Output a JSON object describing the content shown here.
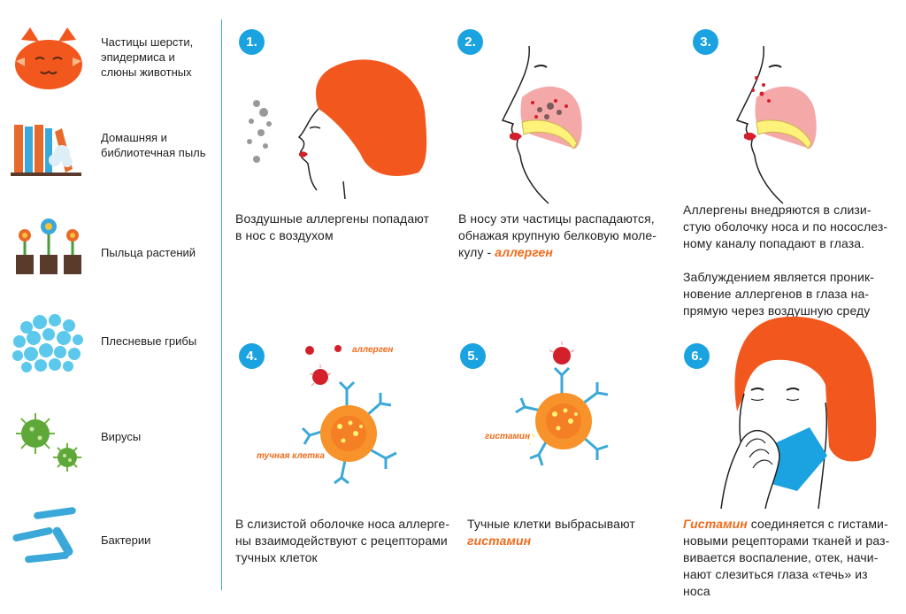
{
  "sources": [
    {
      "label_lines": [
        "Частицы шерсти,",
        "эпидермиса и",
        "слюны животных"
      ],
      "icon": "cat-icon"
    },
    {
      "label_lines": [
        "Домашняя и",
        "библиотечная пыль"
      ],
      "icon": "books-dust-icon"
    },
    {
      "label_lines": [
        "Пыльца растений"
      ],
      "icon": "flower-pots-icon"
    },
    {
      "label_lines": [
        "Плесневые грибы"
      ],
      "icon": "mold-spores-icon"
    },
    {
      "label_lines": [
        "Вирусы"
      ],
      "icon": "virus-icon"
    },
    {
      "label_lines": [
        "Бактерии"
      ],
      "icon": "bacteria-icon"
    }
  ],
  "steps": [
    {
      "number": "1.",
      "lines": [
        "Воздушные аллергены попадают",
        "в нос с воздухом"
      ]
    },
    {
      "number": "2.",
      "lines": [
        "В носу эти частицы распадаются,",
        "обнажая крупную белковую моле-"
      ],
      "line3_prefix": "кулу - ",
      "highlight": "аллерген"
    },
    {
      "number": "3.",
      "lines": [
        "Аллергены внедряются в слизи-",
        "стую оболочку носа и по носослез-",
        "ному каналу попадают в глаза."
      ],
      "lines2": [
        "Заблуждением является проник-",
        "новение аллергенов в глаза на-",
        "прямую через воздушную среду"
      ]
    },
    {
      "number": "4.",
      "lines": [
        "В слизистой оболочке носа аллерге-",
        "ны взаимодействуют с рецепторами",
        "тучных клеток"
      ],
      "tag_allergen": "аллерген",
      "tag_cell": "тучная клетка"
    },
    {
      "number": "5.",
      "lines": [
        "Тучные клетки выбрасывают"
      ],
      "highlight": "гистамин",
      "tag_histamine": "гистамин"
    },
    {
      "number": "6.",
      "highlight": "Гистамин",
      "line1_suffix": " соединяется с гистами-",
      "lines": [
        "новыми рецепторами тканей и раз-",
        "вивается воспаление, отек, начи-",
        "нают слезиться глаза «течь» из",
        "носа"
      ]
    }
  ],
  "colors": {
    "accent": "#1aa3e0",
    "orange": "#ef6a1a",
    "hair": "#f2581e",
    "pink": "#f4a8a8",
    "yellow": "#fff27a"
  }
}
